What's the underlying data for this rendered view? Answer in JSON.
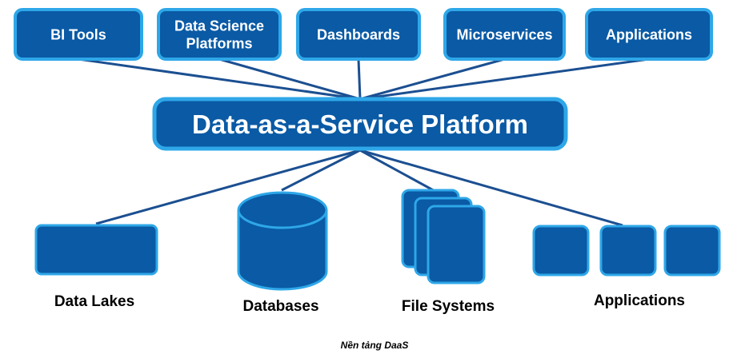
{
  "colors": {
    "box_fill": "#0a5aa5",
    "box_border": "#2ea7e8",
    "line": "#1b4f91",
    "label_text": "#ffffff",
    "caption_text": "#000000"
  },
  "consumers": [
    {
      "lines": [
        "BI Tools"
      ],
      "name": "consumer-bi-tools"
    },
    {
      "lines": [
        "Data Science",
        "Platforms"
      ],
      "name": "consumer-data-science-platforms"
    },
    {
      "lines": [
        "Dashboards"
      ],
      "name": "consumer-dashboards"
    },
    {
      "lines": [
        "Microservices"
      ],
      "name": "consumer-microservices"
    },
    {
      "lines": [
        "Applications"
      ],
      "name": "consumer-applications"
    }
  ],
  "platform": {
    "label": "Data-as-a-Service Platform"
  },
  "sources": {
    "data_lakes": "Data Lakes",
    "databases": "Databases",
    "file_systems": "File Systems",
    "applications": "Applications"
  },
  "footer_caption": "Nền tảng DaaS"
}
